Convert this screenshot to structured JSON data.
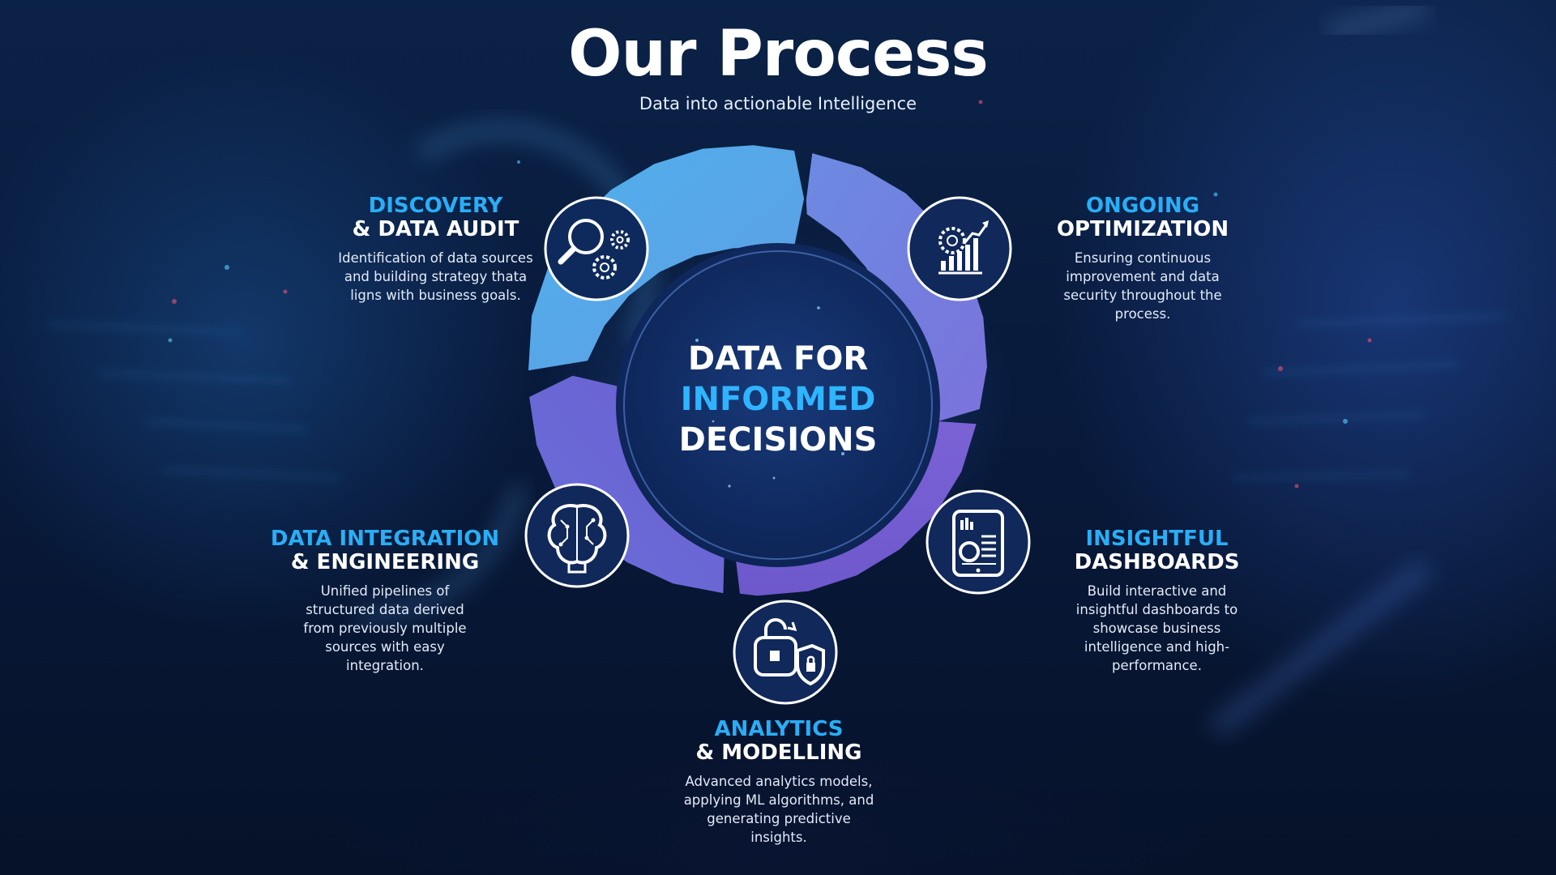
{
  "header": {
    "title": "Our Process",
    "subtitle": "Data into actionable Intelligence"
  },
  "center": {
    "line1": "DATA FOR",
    "line2": "INFORMED",
    "line3": "DECISIONS"
  },
  "steps": [
    {
      "title_top": "DISCOVERY",
      "title_bottom": "& DATA AUDIT",
      "description": "Identification of data sources and building strategy thata ligns with business goals.",
      "icon": "magnifier-gears-icon"
    },
    {
      "title_top": "ONGOING",
      "title_bottom": "OPTIMIZATION",
      "description": "Ensuring continuous improvement and data security throughout the process.",
      "icon": "gear-growth-chart-icon"
    },
    {
      "title_top": "INSIGHTFUL",
      "title_bottom": "DASHBOARDS",
      "description": "Build interactive and insightful dashboards to showcase business intelligence and high-performance.",
      "icon": "tablet-dashboard-icon"
    },
    {
      "title_top": "ANALYTICS",
      "title_bottom": "& MODELLING",
      "description": "Advanced analytics models, applying ML algorithms, and generating predictive insights.",
      "icon": "lock-shield-icon"
    },
    {
      "title_top": "DATA INTEGRATION",
      "title_bottom": "& ENGINEERING",
      "description": "Unified pipelines of structured data derived from previously multiple sources with easy integration.",
      "icon": "brain-circuit-icon"
    }
  ],
  "colors": {
    "accent": "#29aef6",
    "background": "#08193a",
    "segment_light": "#52a8e6",
    "segment_mid": "#6f83de",
    "segment_purple": "#7e5fd6"
  }
}
